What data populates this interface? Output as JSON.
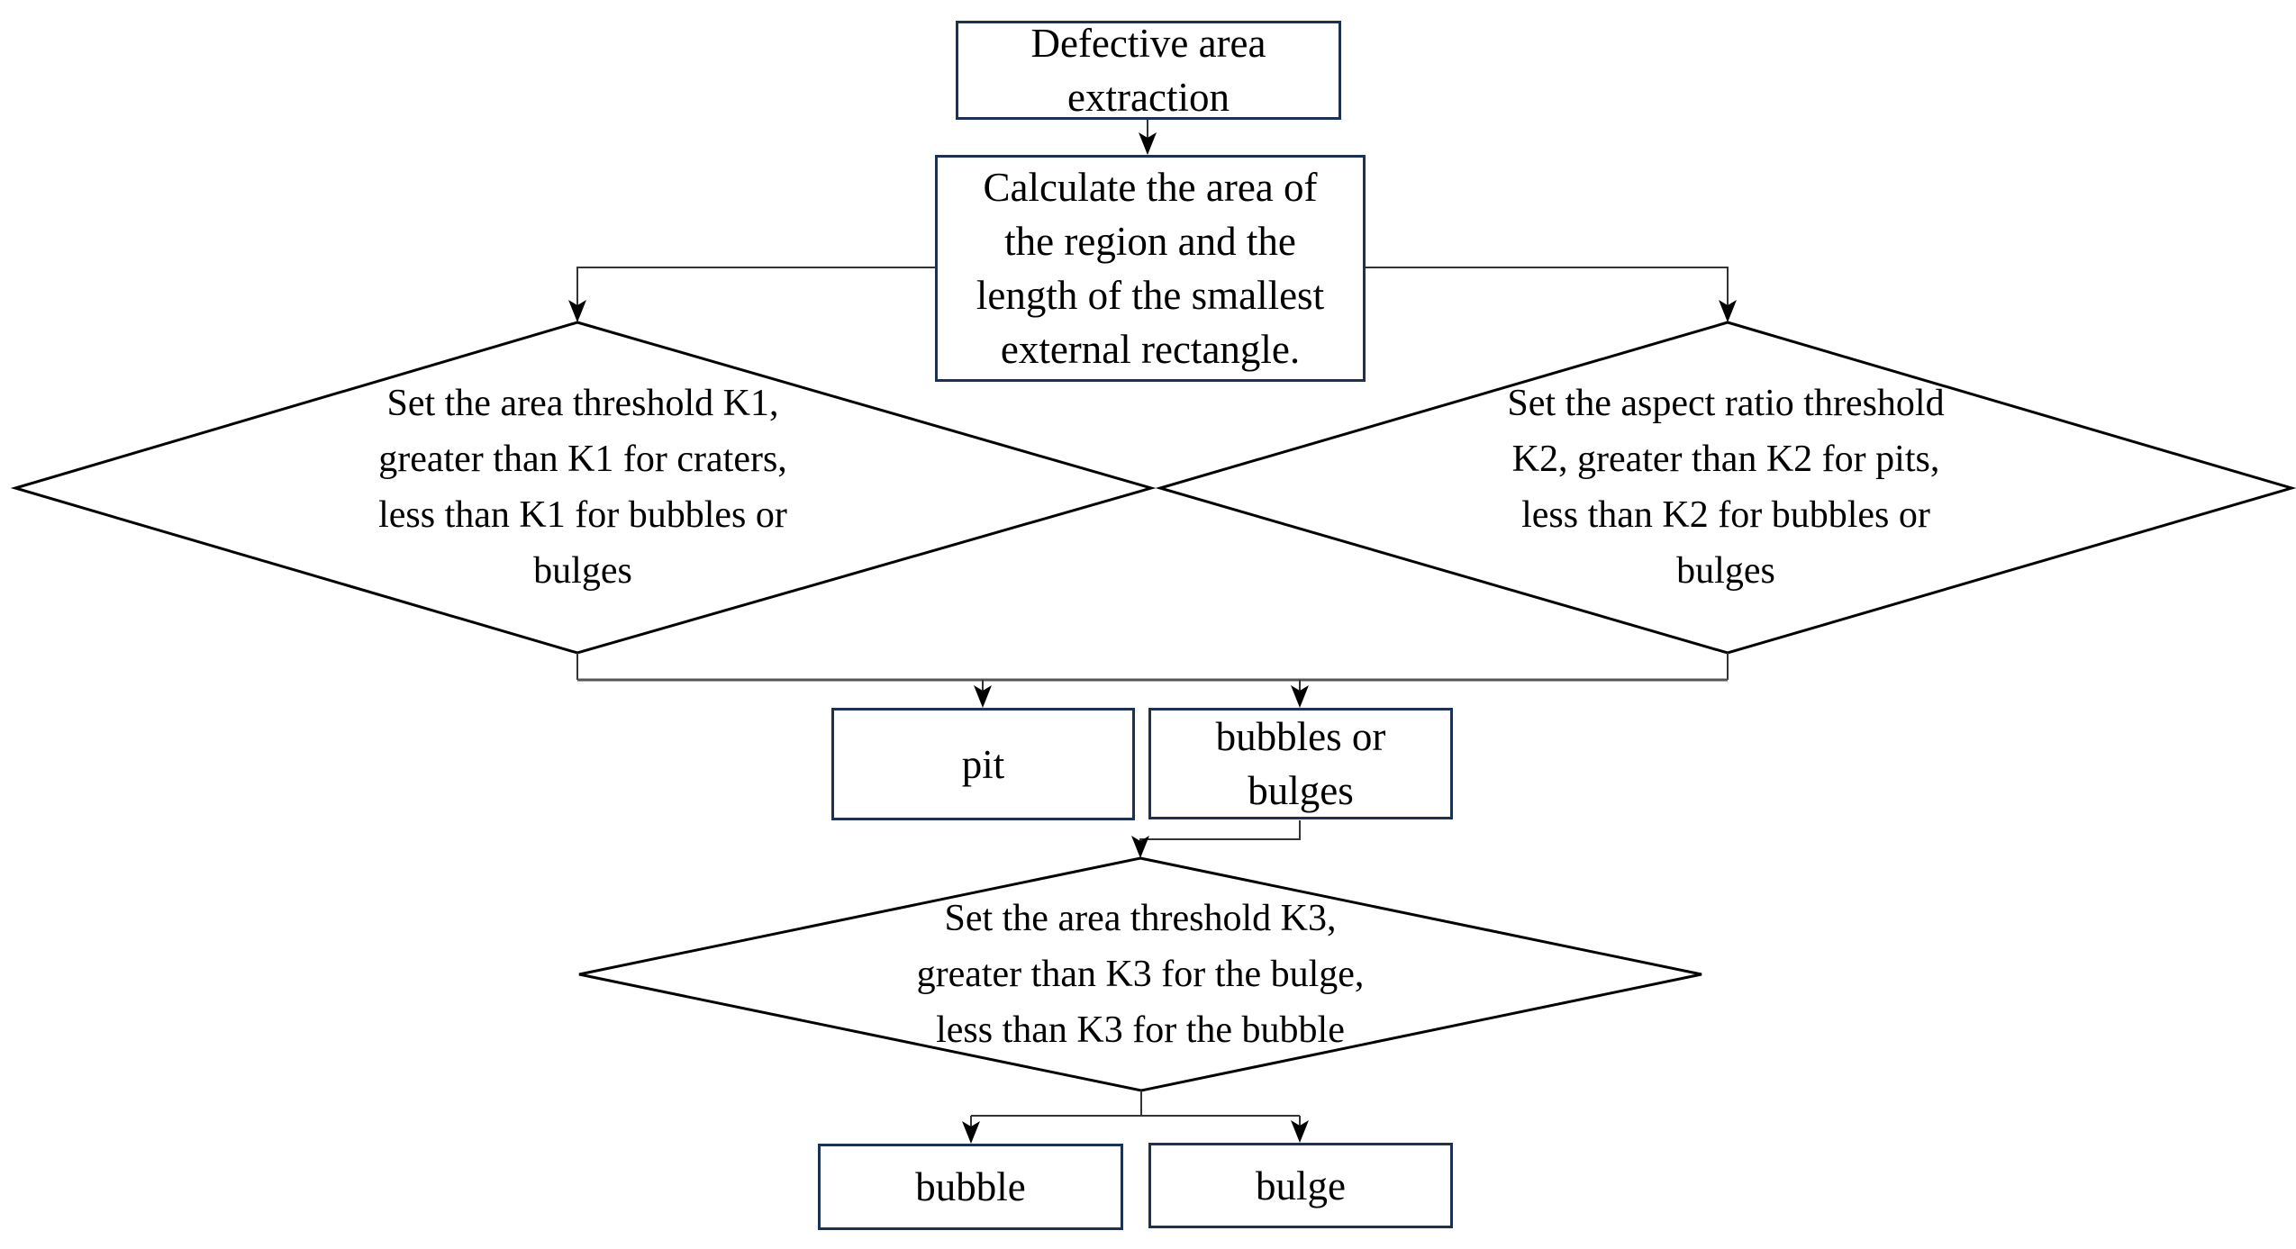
{
  "diagram_type": "flowchart",
  "nodes": {
    "start": {
      "label": [
        "Defective area",
        "extraction"
      ]
    },
    "process": {
      "label": [
        "Calculate the area of",
        "the region and the",
        "length of the smallest",
        "external rectangle."
      ]
    },
    "decision_k1": {
      "label": [
        "Set the area threshold K1,",
        "greater than K1 for craters,",
        "less than K1 for bubbles or",
        "bulges"
      ]
    },
    "decision_k2": {
      "label": [
        "Set the aspect ratio threshold",
        "K2, greater than K2 for pits,",
        "less than K2 for bubbles or",
        "bulges"
      ]
    },
    "pit": {
      "label": [
        "pit"
      ]
    },
    "bubbles_or_bulges": {
      "label": [
        "bubbles or",
        "bulges"
      ]
    },
    "decision_k3": {
      "label": [
        "Set the area threshold K3,",
        "greater than K3 for the bulge,",
        "less than K3 for the bubble"
      ]
    },
    "bubble": {
      "label": [
        "bubble"
      ]
    },
    "bulge": {
      "label": [
        "bulge"
      ]
    }
  },
  "colors": {
    "box_border": "#1c3254",
    "diamond_border": "#000000",
    "connector": "#333333",
    "bus_line": "#555555",
    "text": "#000000",
    "background": "#ffffff"
  }
}
